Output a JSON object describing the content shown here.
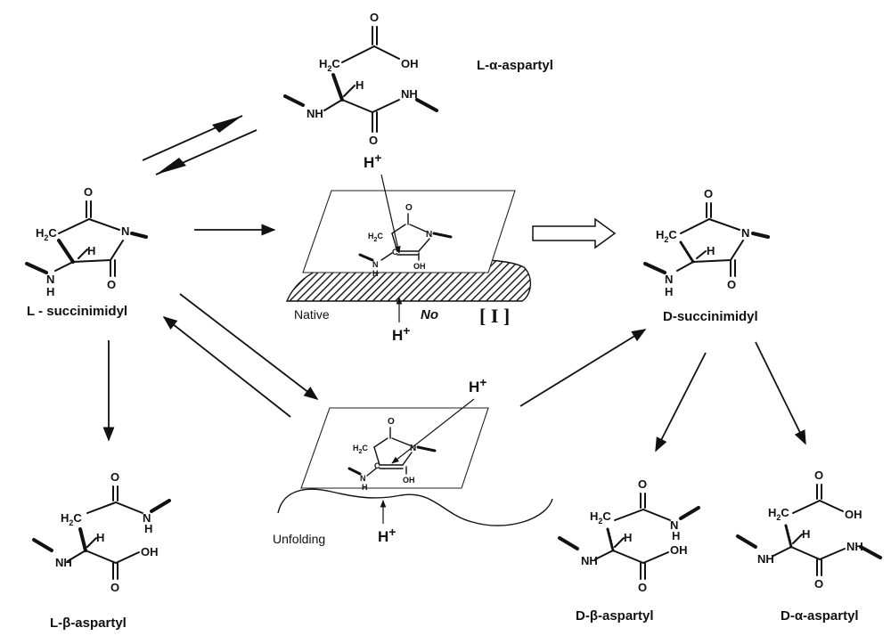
{
  "labels": {
    "l_alpha_aspartyl": "L-α-aspartyl",
    "l_succinimidyl": "L - succinimidyl",
    "d_succinimidyl": "D-succinimidyl",
    "l_beta_aspartyl": "L-β-aspartyl",
    "d_beta_aspartyl": "D-β-aspartyl",
    "d_alpha_aspartyl": "D-α-aspartyl",
    "native": "Native",
    "no": "No",
    "bracket_i": "[ I ]",
    "unfolding": "Unfolding",
    "h_plus": "H",
    "plus": "+"
  },
  "atoms": {
    "O": "O",
    "OH": "OH",
    "H": "H",
    "N": "N",
    "NH": "NH",
    "H2C": "H",
    "sub2": "2",
    "C": "C",
    "C_suffix": "C"
  }
}
